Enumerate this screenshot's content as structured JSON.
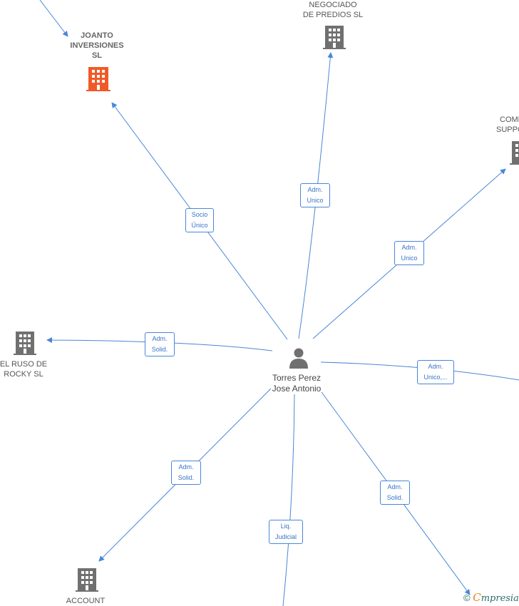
{
  "center": {
    "name_line1": "Torres Perez",
    "name_line2": "Jose Antonio",
    "icon": "person-icon"
  },
  "nodes": {
    "joanto": {
      "lines": [
        "JOANTO",
        "INVERSIONES",
        "SL"
      ],
      "highlighted": true,
      "icon": "building-icon"
    },
    "negociado": {
      "lines": [
        "NEGOCIADO",
        "DE PREDIOS SL"
      ],
      "icon": "building-icon"
    },
    "comp": {
      "lines": [
        "COMP",
        "SUPPO"
      ],
      "icon": "building-icon"
    },
    "elruso": {
      "lines": [
        "EL RUSO DE",
        "ROCKY SL"
      ],
      "icon": "building-icon"
    },
    "account": {
      "lines": [
        "ACCOUNT"
      ],
      "icon": "building-icon"
    }
  },
  "edges": {
    "socio": [
      "Socio",
      "Único"
    ],
    "adm_unico_top": [
      "Adm.",
      "Unico"
    ],
    "adm_unico_right": [
      "Adm.",
      "Unico"
    ],
    "adm_solid_left": [
      "Adm.",
      "Solid."
    ],
    "adm_unico_etc": [
      "Adm.",
      "Unico,..."
    ],
    "adm_solid_bl": [
      "Adm.",
      "Solid."
    ],
    "adm_solid_br": [
      "Adm.",
      "Solid."
    ],
    "liq_judicial": [
      "Liq.",
      "Judicial"
    ]
  },
  "colors": {
    "edge": "#4a86d8",
    "building": "#707070",
    "highlight": "#f05a28"
  },
  "watermark": {
    "copyright": "©",
    "brand_first": "C",
    "brand_rest": "mpresia"
  }
}
